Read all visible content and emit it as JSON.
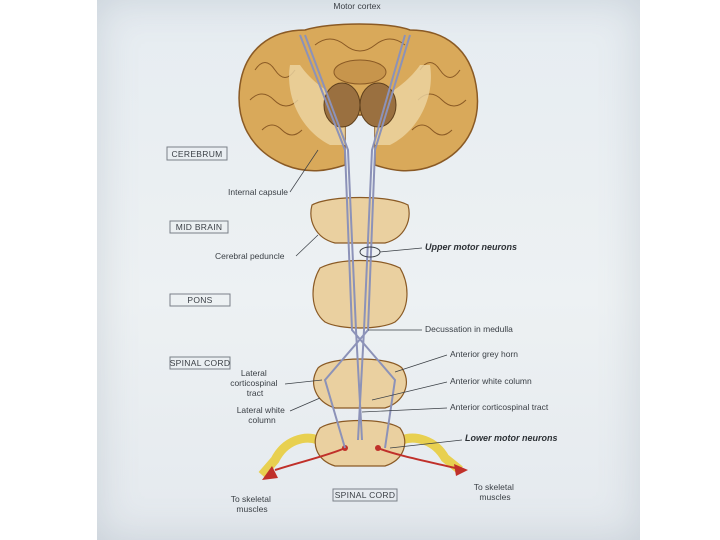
{
  "labels": {
    "motor_cortex": "Motor cortex",
    "internal_capsule": "Internal capsule",
    "cerebral_peduncle": "Cerebral peduncle",
    "upper_motor_neurons": "Upper motor neurons",
    "decussation": "Decussation in medulla",
    "lateral_corticospinal": [
      "Lateral",
      "corticospinal",
      "tract"
    ],
    "anterior_grey_horn": "Anterior grey horn",
    "anterior_white_column": "Anterior white column",
    "lateral_white_column": [
      "Lateral white",
      "column"
    ],
    "anterior_corticospinal": "Anterior corticospinal tract",
    "lower_motor_neurons": "Lower motor neurons",
    "to_skeletal_left": [
      "To skeletal",
      "muscles"
    ],
    "to_skeletal_right": [
      "To skeletal",
      "muscles"
    ]
  },
  "boxes": {
    "cerebrum": "CEREBRUM",
    "mid_brain": "MID BRAIN",
    "pons": "PONS",
    "spinal_cord_upper": "SPINAL CORD",
    "spinal_cord_lower": "SPINAL CORD"
  },
  "colors": {
    "brain_fill": "#d9a95a",
    "brain_stroke": "#8a5a25",
    "section_fill": "#ead0a0",
    "tract": "#8c92b8",
    "neuron_red": "#c0302a",
    "nerve_yellow": "#e8d050"
  }
}
